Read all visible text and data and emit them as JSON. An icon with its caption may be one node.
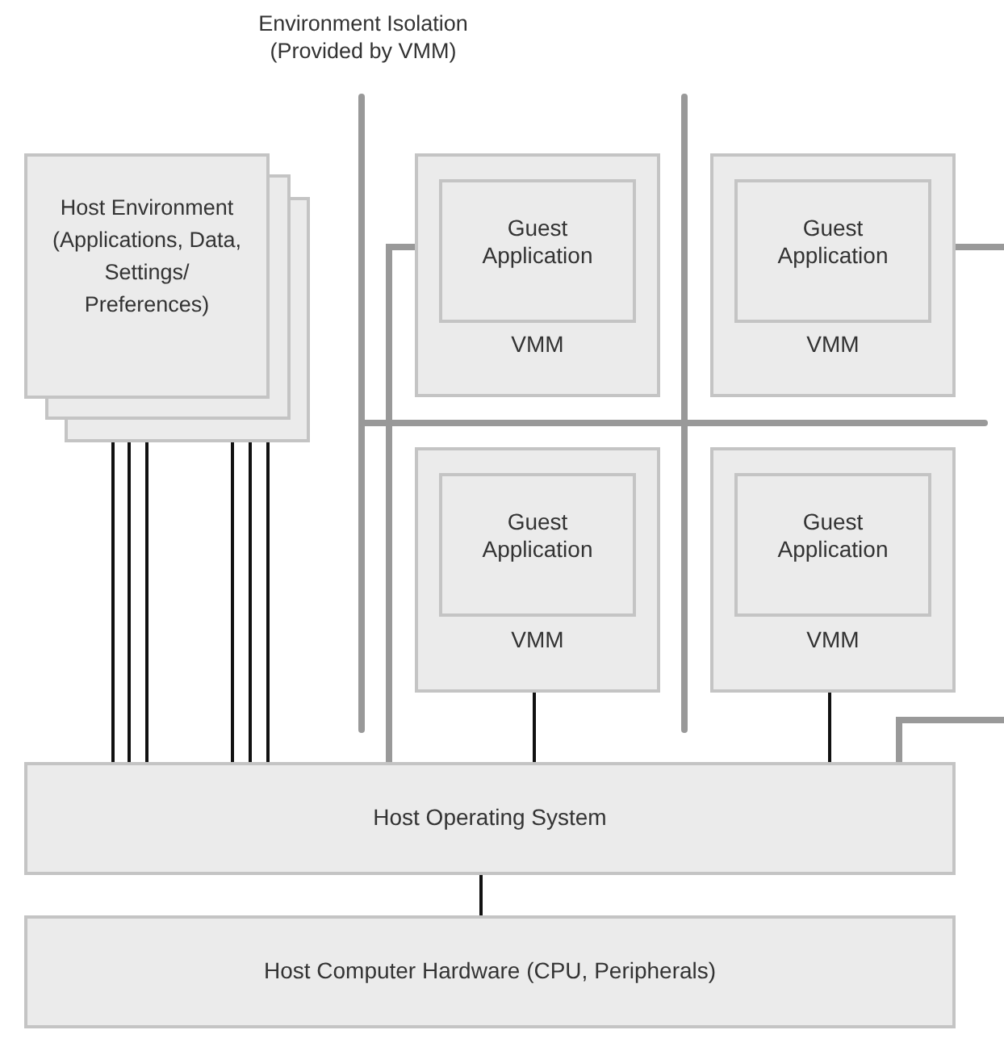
{
  "diagram": {
    "nodes": [
      {
        "text": [
          "Host Environment (Applications, Data, Settings/ Preferences)"
        ]
      },
      {
        "text": [
          "VMM"
        ]
      },
      {
        "text": [
          "Guest Application"
        ],
        "in": 1
      },
      {
        "text": [
          "VMM"
        ]
      },
      {
        "text": [
          "Guest Application"
        ],
        "in": 3
      },
      {
        "text": [
          "VMM"
        ]
      },
      {
        "text": [
          "Guest Application"
        ],
        "in": 5
      },
      {
        "text": [
          "VMM"
        ]
      },
      {
        "text": [
          "Guest Application"
        ],
        "in": 7
      },
      {
        "text": [
          "Host Operating System"
        ]
      },
      {
        "text": [
          "Host Computer Hardware (CPU, Peripherals)"
        ]
      }
    ],
    "edges": [
      {
        "from": 0,
        "to": 9,
        "arrow": "none"
      },
      {
        "from": 0,
        "to": 9,
        "arrow": "none"
      },
      {
        "from": 0,
        "to": 9,
        "arrow": "none"
      },
      {
        "from": 0,
        "to": 9,
        "arrow": "none"
      },
      {
        "from": 0,
        "to": 9,
        "arrow": "none"
      },
      {
        "from": 0,
        "to": 9,
        "arrow": "none"
      },
      {
        "from": 1,
        "to": 9,
        "arrow": "none",
        "style": "thick",
        "color": "#999999"
      },
      {
        "from": 3,
        "to": null,
        "arrow": "none",
        "style": "thick",
        "color": "#999999"
      },
      {
        "from": 5,
        "to": 9,
        "arrow": "none"
      },
      {
        "from": 7,
        "to": 9,
        "arrow": "none"
      },
      {
        "from": 9,
        "to": null,
        "arrow": "none",
        "style": "thick",
        "color": "#999999"
      },
      {
        "from": 9,
        "to": 10,
        "arrow": "none"
      }
    ],
    "labels": [
      "Environment Isolation (Provided by VMM)"
    ]
  }
}
